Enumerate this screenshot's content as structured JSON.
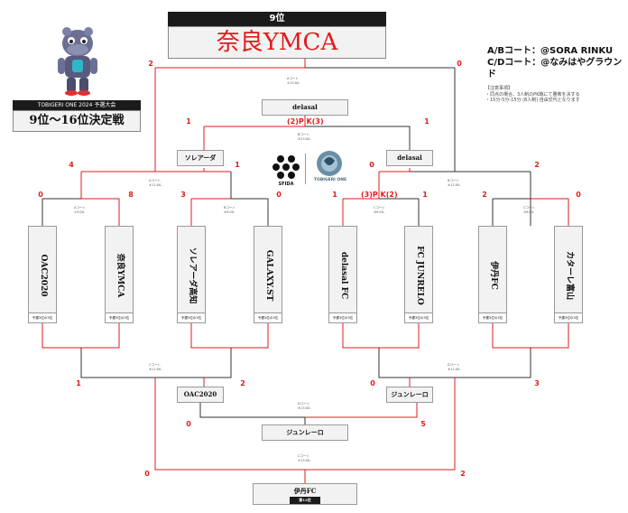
{
  "champion": {
    "header": "9位",
    "name": "奈良YMCA"
  },
  "venue_lines": [
    "A/Bコート：@SORA RINKU",
    "C/Dコート：@なみはやグラウンド"
  ],
  "notes": [
    "【注意事項】",
    "・同点の場合、3人制のPK戦にて勝敗を決する",
    "・15分-5分-15分 (8人制) 自由交代となります"
  ],
  "event": {
    "title": "TOBIGERI ONE 2024 予選大会",
    "rank_title": "9位〜16位決定戦"
  },
  "logos": {
    "sfida": "SFIDA",
    "tobigeri": "TOBIGERI ONE"
  },
  "teams": [
    {
      "name": "OAC2020",
      "qual": "予選3位の3位"
    },
    {
      "name": "奈良YMCA",
      "qual": "予選3位の3位"
    },
    {
      "name": "ソレアーダ高知",
      "qual": "予選3位の3位"
    },
    {
      "name": "GALAXY.ST",
      "qual": "予選3位の3位"
    },
    {
      "name": "delasal FC",
      "qual": "予選3位の3位"
    },
    {
      "name": "FC JUNRELO",
      "qual": "予選3位の3位"
    },
    {
      "name": "伊丹FC",
      "qual": "予選3位の3位"
    },
    {
      "name": "カターレ富山",
      "qual": "予選3位の3位"
    }
  ],
  "results": {
    "winners_r1": [
      "ソレアーダ",
      "delasal"
    ],
    "winners_final": "delasal",
    "pk_top": "(2)P K(3)",
    "pk_mid": "(3)P K(2)",
    "losers_r1": [
      "OAC2020",
      "ジュンレーロ"
    ],
    "losers_final": "ジュンレーロ",
    "bottom": {
      "name": "伊丹FC",
      "label": "第12位"
    }
  },
  "scores": {
    "r1": [
      "0",
      "8",
      "3",
      "0",
      "1",
      "1",
      "2",
      "0"
    ],
    "semi_up": [
      "4",
      "1",
      "0",
      "2"
    ],
    "semi_dn": [
      "1",
      "2",
      "0",
      "3"
    ],
    "final_up": [
      "2",
      "0"
    ],
    "winners_final": [
      "1",
      "1"
    ],
    "losers_final": [
      "0",
      "5"
    ],
    "bottom": [
      "0",
      "2"
    ]
  },
  "courts": {
    "top": [
      "Aコート",
      "⑦13:00-"
    ],
    "wf": [
      "Bコート",
      "⑤13:00-"
    ],
    "s1": [
      "Aコート",
      "④11:00-"
    ],
    "s2": [
      "Bコート",
      "④11:00-"
    ],
    "m1": [
      "Aコート",
      "①9:00-"
    ],
    "m2": [
      "Bコート",
      "②9:00-"
    ],
    "m3": [
      "Cコート",
      "③9:00-"
    ],
    "m4": [
      "Cコート",
      "③9:00-"
    ],
    "l1": [
      "Cコート",
      "⑤11:00-"
    ],
    "l2": [
      "Dコート",
      "⑥11:00-"
    ],
    "lf": [
      "Dコート",
      "⑥13:00-"
    ],
    "bt": [
      "Cコート",
      "⑦13:00-"
    ]
  }
}
